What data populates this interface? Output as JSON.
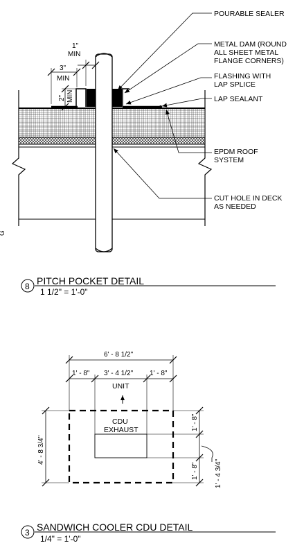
{
  "detail_8": {
    "number": "8",
    "title": "PITCH POCKET DETAIL",
    "scale": "1 1/2\" = 1'-0\"",
    "callouts": [
      "POURABLE SEALER",
      "METAL DAM (ROUND",
      "ALL SHEET METAL",
      "FLANGE CORNERS)",
      "FLASHING WITH",
      "LAP SPLICE",
      "LAP SEALANT",
      "EPDM ROOF",
      "SYSTEM",
      "CUT HOLE IN DECK",
      "AS NEEDED"
    ],
    "dims": {
      "one_inch": "1\"",
      "min_a": "MIN",
      "three_inch": "3\"",
      "min_b": "MIN",
      "two_inch": "2\"",
      "min_c": "MIN"
    },
    "edge_mark": "G"
  },
  "detail_3": {
    "number": "3",
    "title": "SANDWICH COOLER CDU DETAIL",
    "scale": "1/4\" = 1'-0\"",
    "labels": {
      "unit": "UNIT",
      "cdu": "CDU",
      "exhaust": "EXHAUST"
    },
    "dims": {
      "overall_width": "6' - 8 1/2\"",
      "left_offset": "1' - 8\"",
      "center_width": "3' - 4 1/2\"",
      "right_offset": "1' - 8\"",
      "overall_height": "4' - 8 3/4\"",
      "right_top": "1' - 8\"",
      "right_bottom": "1' - 8\"",
      "right_center": "1' - 4 3/4\""
    }
  }
}
